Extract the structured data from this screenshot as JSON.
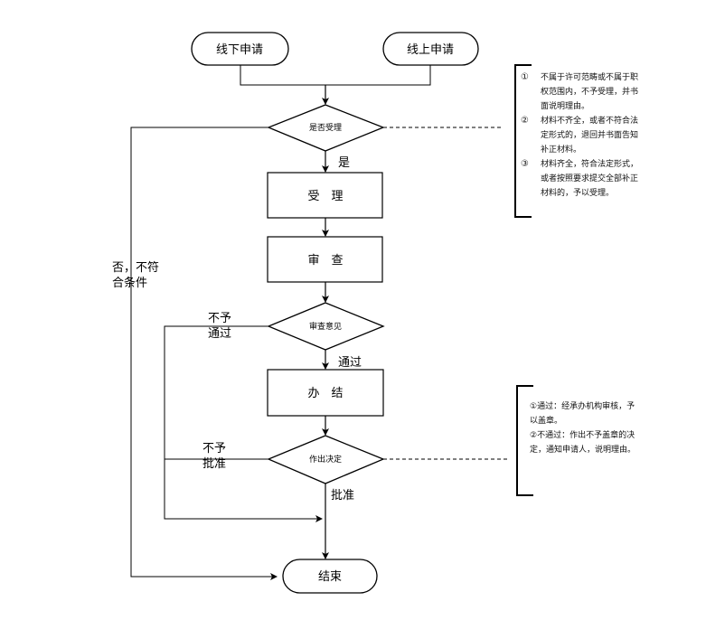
{
  "diagram": {
    "nodes": {
      "offline_apply": "线下申请",
      "online_apply": "线上申请",
      "accept_decision": "是否受理",
      "accept": "受　理",
      "review": "审　查",
      "review_opinion": "审查意见",
      "handle": "办　结",
      "make_decision": "作出决定",
      "end": "结束"
    },
    "edge_labels": {
      "yes": "是",
      "reject_line1": "否，不符",
      "reject_line2": "合条件",
      "pass": "通过",
      "not_pass_line1": "不予",
      "not_pass_line2": "通过",
      "not_approve_line1": "不予",
      "not_approve_line2": "批准",
      "approve": "批准"
    },
    "note1": [
      {
        "num": "①",
        "text": "不属于许可范畴或不属于职权范围内，不予受理，并书面说明理由。"
      },
      {
        "num": "②",
        "text": "材料不齐全，或者不符合法定形式的，退回并书面告知补正材料。"
      },
      {
        "num": "③",
        "text": "材料齐全，符合法定形式，或者按照要求提交全部补正材料的，予以受理。"
      }
    ],
    "note2": [
      {
        "text": "①通过：经承办机构审核，予以盖章。"
      },
      {
        "text": "②不通过：作出不予盖章的决定，通知申请人，说明理由。"
      }
    ]
  }
}
